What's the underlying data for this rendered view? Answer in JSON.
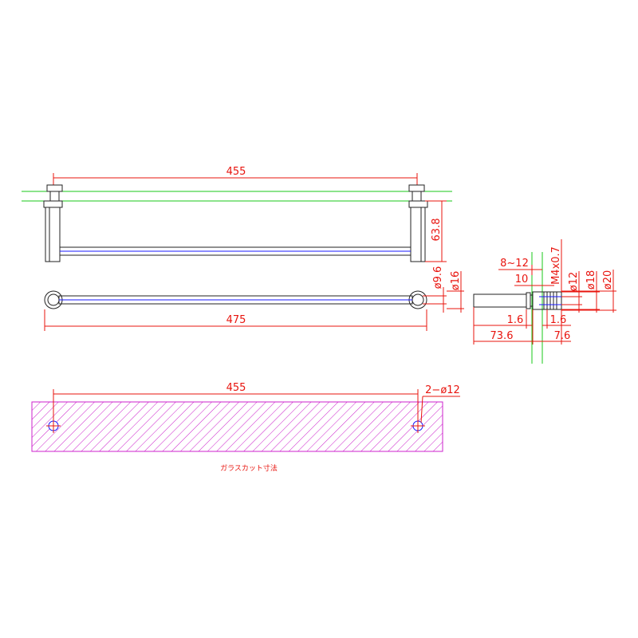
{
  "front_view": {
    "overall_width": "455",
    "height": "63.8"
  },
  "top_view": {
    "overall_length": "475",
    "rod_diameter": "ø9.6",
    "post_diameter": "ø16"
  },
  "side_detail": {
    "glass_thickness": "8~12",
    "dim_10": "10",
    "thread": "M4x0.7",
    "dia_12": "ø12",
    "dia_18": "ø18",
    "dia_20": "ø20",
    "left_gap": "1.6",
    "right_gap": "1.6",
    "body_length": "73.6",
    "cap_length": "7.6"
  },
  "glass_cut": {
    "hole_spacing": "455",
    "holes": "2−ø12",
    "caption": "ガラスカット寸法"
  },
  "colors": {
    "dimension": "#e8140e",
    "glass_line": "#19c919",
    "outline": "#222222",
    "rod": "#1a1aff",
    "hatch": "#cc22cc"
  }
}
